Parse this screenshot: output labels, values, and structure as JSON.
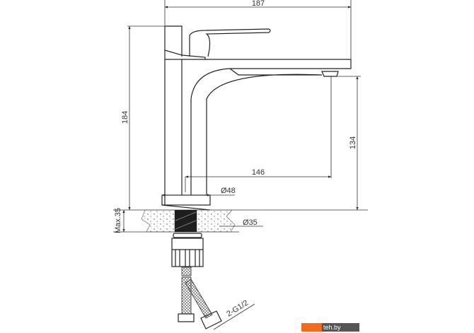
{
  "dimensions": {
    "overall_width": "187",
    "overall_height": "184",
    "spout_height": "134",
    "spout_reach": "146",
    "base_diameter": "Ø48",
    "hole_diameter": "Ø35",
    "max_counter_thickness": "Max.35",
    "connection": "2-G1/2"
  },
  "watermark": "teh.by",
  "colors": {
    "line": "#222222",
    "watermark_orange": "#f26a1b",
    "watermark_grey": "#555555"
  }
}
